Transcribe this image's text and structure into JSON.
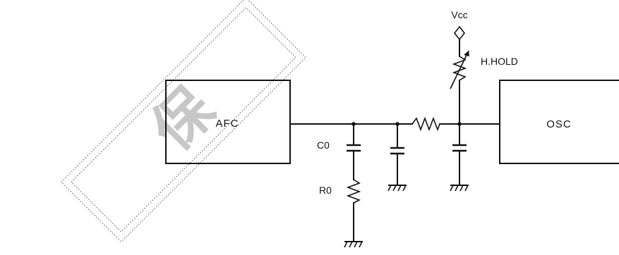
{
  "blocks": {
    "afc": "AFC",
    "osc": "OSC"
  },
  "labels": {
    "vcc": "Vcc",
    "h_hold": "H.HOLD",
    "c0": "C0",
    "r0": "R0"
  },
  "watermark": {
    "glyph": "保"
  }
}
